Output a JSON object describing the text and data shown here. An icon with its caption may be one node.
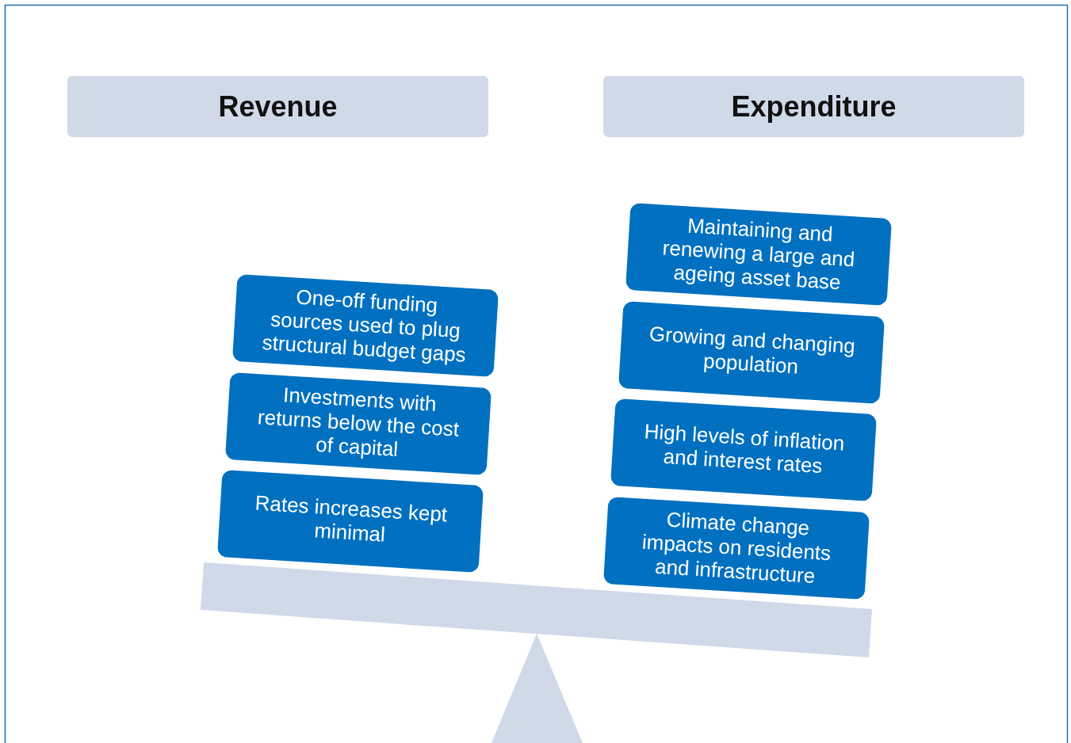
{
  "diagram": {
    "nodes": [
      {
        "text": [
          "Revenue"
        ]
      },
      {
        "text": [
          "Expenditure"
        ]
      },
      {
        "text": [
          "One-off funding sources used to plug structural budget gaps"
        ]
      },
      {
        "text": [
          "Investments with returns below the cost of capital"
        ]
      },
      {
        "text": [
          "Rates increases kept minimal"
        ]
      },
      {
        "text": [
          "Maintaining and renewing a large and ageing asset base"
        ]
      },
      {
        "text": [
          "Growing and changing population"
        ]
      },
      {
        "text": [
          "High levels of inflation and interest rates"
        ]
      },
      {
        "text": [
          "Climate change impacts on residents and infrastructure"
        ]
      }
    ],
    "edges": []
  }
}
